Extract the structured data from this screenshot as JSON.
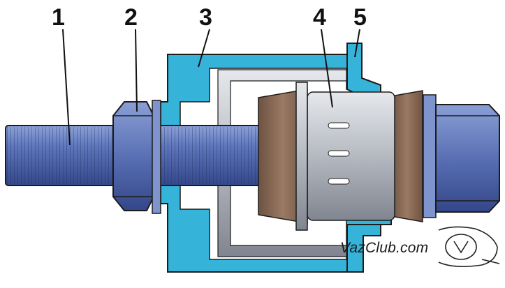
{
  "callouts": [
    {
      "label": "1",
      "part": "threaded-rod"
    },
    {
      "label": "2",
      "part": "nut"
    },
    {
      "label": "3",
      "part": "puller-housing"
    },
    {
      "label": "4",
      "part": "silent-block"
    },
    {
      "label": "5",
      "part": "lever-eye"
    }
  ],
  "watermark": {
    "text": "VazClub.com",
    "logo_icon": "vazclub-car-logo-icon"
  },
  "colors": {
    "rod": "#5b73b8",
    "housing": "#36b3d9",
    "bushing": "#b8bcc4",
    "rubber": "#8a6a55",
    "outline": "#1c1c1c"
  }
}
